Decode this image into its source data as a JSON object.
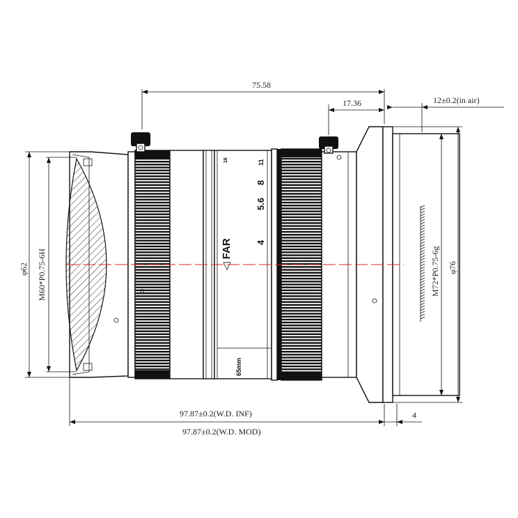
{
  "dimensions": {
    "length_75": "75.58",
    "length_17": "17.36",
    "backfocus": "12±0.2(in air)",
    "dia_62": "φ62",
    "thread_front": "M60*P0.75-6H",
    "thread_rear": "M72*P0.75-6g",
    "dia_76": "φ76",
    "total_inf": "97.87±0.2(W.D. INF)",
    "total_mod": "97.87±0.2(W.D. MOD)",
    "flange": "4"
  },
  "barrel_marks": {
    "far": "◁ FAR",
    "f4": "4",
    "f56": "5.6",
    "f8": "8",
    "f11": "11",
    "f16": "16",
    "focal": "65mm"
  },
  "colors": {
    "centerline": "#e02020",
    "lines": "#111111"
  }
}
